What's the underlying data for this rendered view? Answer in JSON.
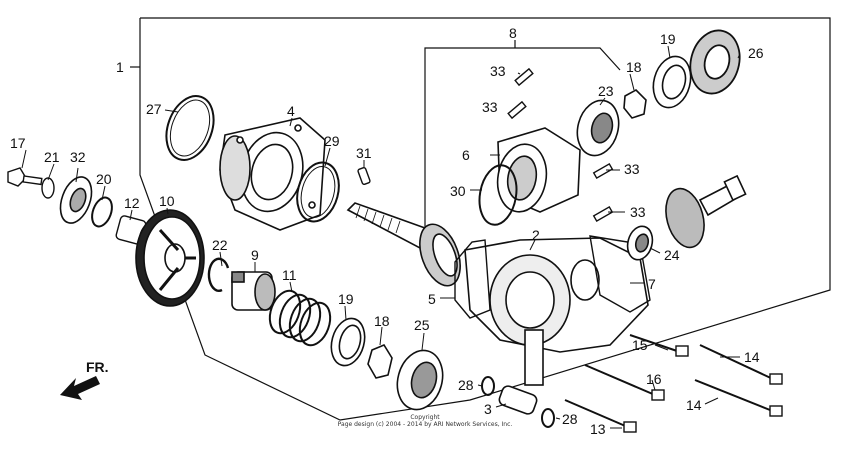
{
  "callouts": {
    "1": "1",
    "2": "2",
    "3": "3",
    "4": "4",
    "5": "5",
    "6": "6",
    "7": "7",
    "8": "8",
    "9": "9",
    "10": "10",
    "11": "11",
    "12": "12",
    "13": "13",
    "14a": "14",
    "14b": "14",
    "15": "15",
    "16": "16",
    "17": "17",
    "18a": "18",
    "18b": "18",
    "19a": "19",
    "19b": "19",
    "20": "20",
    "21": "21",
    "22": "22",
    "23": "23",
    "24": "24",
    "25": "25",
    "26": "26",
    "27": "27",
    "28a": "28",
    "28b": "28",
    "29": "29",
    "30": "30",
    "31": "31",
    "32": "32",
    "33a": "33",
    "33b": "33",
    "33c": "33",
    "33d": "33"
  },
  "front_indicator": "FR.",
  "footer": {
    "small": "Copyright",
    "copyright": "Page design (c) 2004 - 2014 by ARI Network Services, Inc."
  },
  "colors": {
    "ink": "#111111",
    "background": "#ffffff"
  }
}
